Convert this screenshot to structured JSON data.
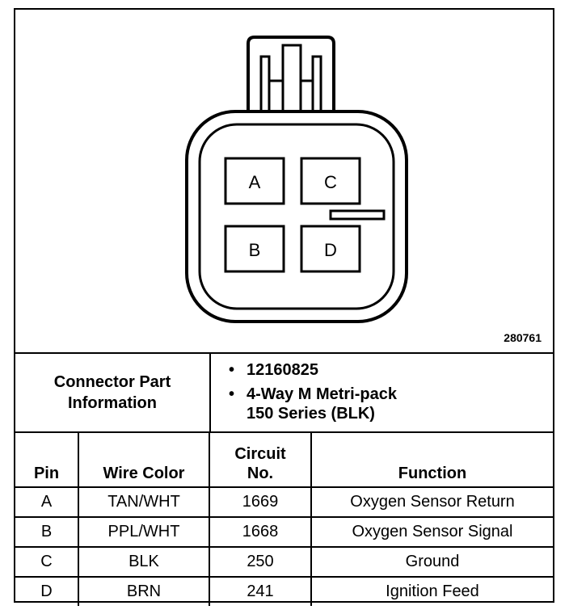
{
  "figure_id": "280761",
  "connector": {
    "pins": [
      "A",
      "B",
      "C",
      "D"
    ]
  },
  "connector_info": {
    "label_line1": "Connector Part",
    "label_line2": "Information",
    "items": [
      {
        "line1": "12160825",
        "line2": ""
      },
      {
        "line1": "4-Way M Metri-pack",
        "line2": "150 Series (BLK)"
      }
    ]
  },
  "table": {
    "headers": {
      "pin": "Pin",
      "wire_color": "Wire Color",
      "circuit_line1": "Circuit",
      "circuit_line2": "No.",
      "function": "Function"
    },
    "rows": [
      {
        "pin": "A",
        "wire_color": "TAN/WHT",
        "circuit": "1669",
        "function": "Oxygen Sensor Return"
      },
      {
        "pin": "B",
        "wire_color": "PPL/WHT",
        "circuit": "1668",
        "function": "Oxygen Sensor Signal"
      },
      {
        "pin": "C",
        "wire_color": "BLK",
        "circuit": "250",
        "function": "Ground"
      },
      {
        "pin": "D",
        "wire_color": "BRN",
        "circuit": "241",
        "function": "Ignition Feed"
      }
    ]
  }
}
